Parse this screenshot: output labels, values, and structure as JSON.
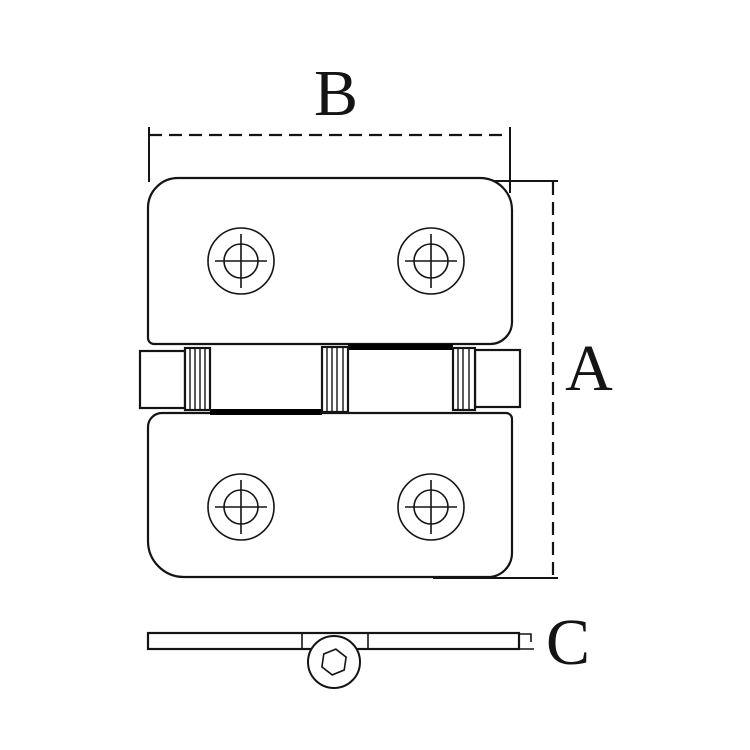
{
  "diagram": {
    "type": "technical-line-drawing",
    "subject": "two-leaf hinge, front view and side view",
    "labels": {
      "width_dim": "B",
      "height_dim": "A",
      "thickness_dim": "C"
    }
  },
  "colors": {
    "line": "#141414",
    "background": "#ffffff",
    "leaf_edge_bar": "#000000"
  }
}
